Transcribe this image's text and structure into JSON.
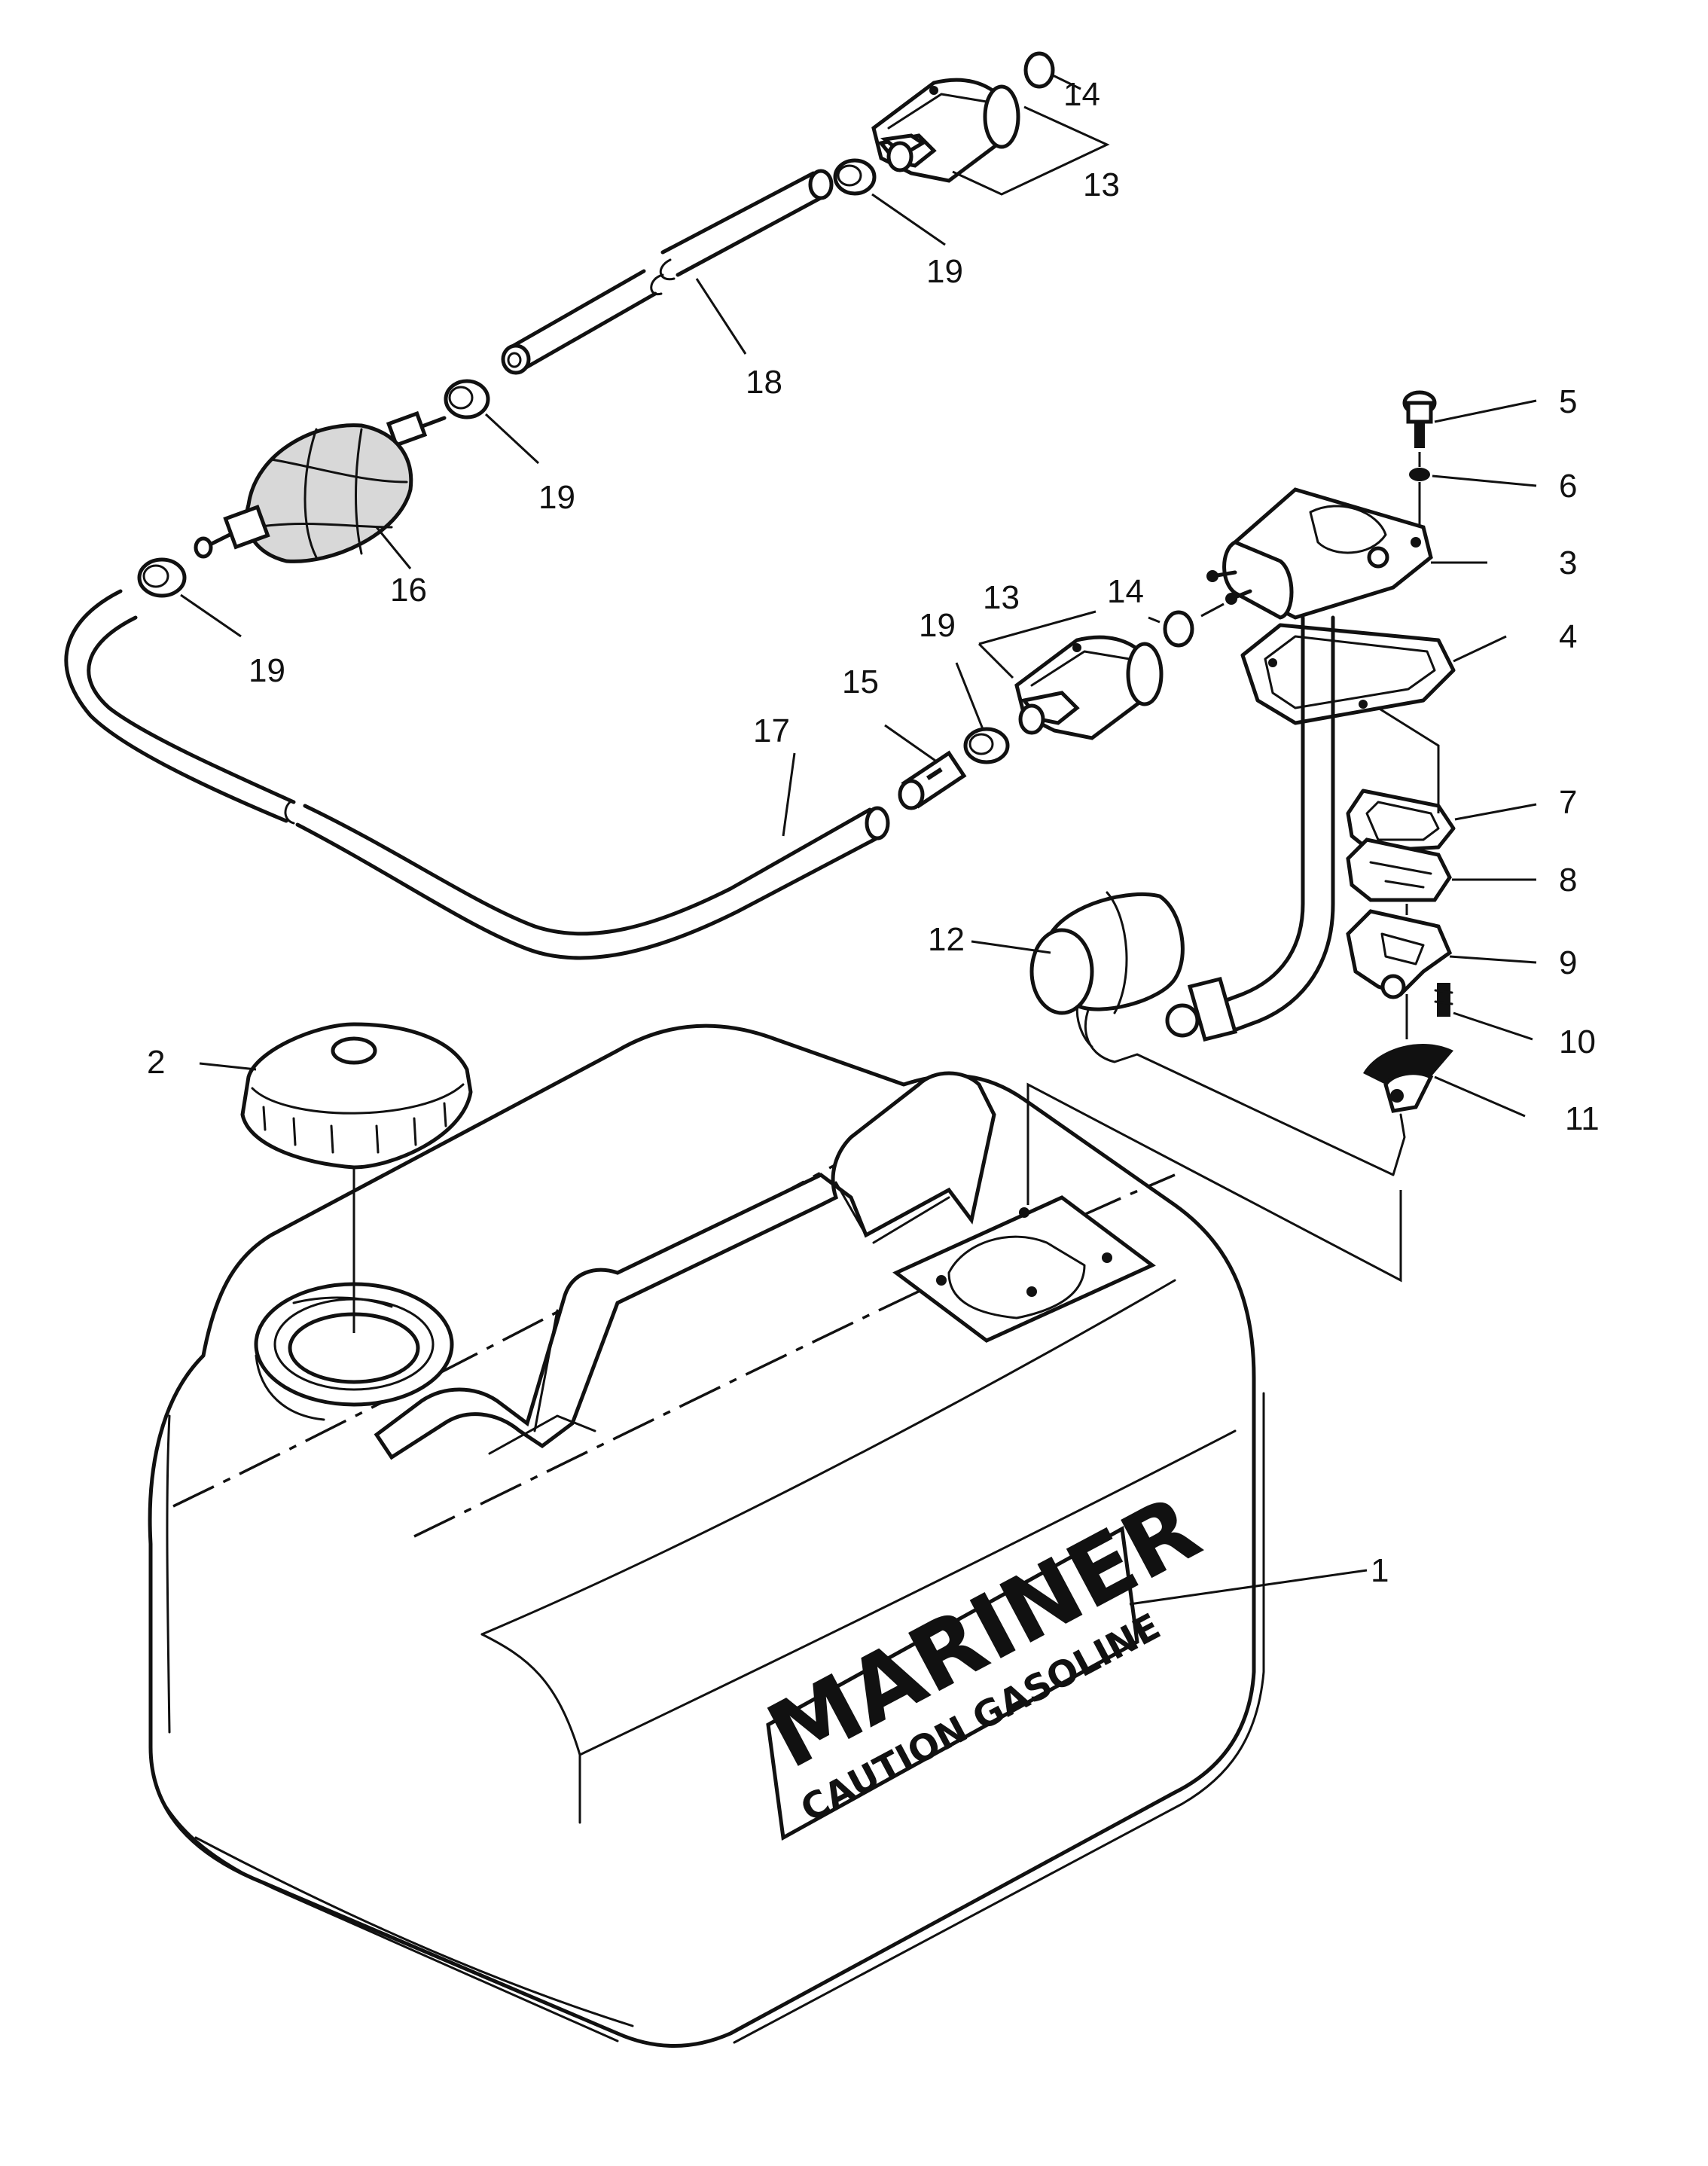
{
  "diagram": {
    "logo_brand": "MARINER",
    "logo_caption": "CAUTION GASOLINE",
    "callouts": [
      {
        "id": "c1",
        "label": "1"
      },
      {
        "id": "c2",
        "label": "2"
      },
      {
        "id": "c3",
        "label": "3"
      },
      {
        "id": "c4",
        "label": "4"
      },
      {
        "id": "c5",
        "label": "5"
      },
      {
        "id": "c6",
        "label": "6"
      },
      {
        "id": "c7",
        "label": "7"
      },
      {
        "id": "c8",
        "label": "8"
      },
      {
        "id": "c9",
        "label": "9"
      },
      {
        "id": "c10",
        "label": "10"
      },
      {
        "id": "c11",
        "label": "11"
      },
      {
        "id": "c12",
        "label": "12"
      },
      {
        "id": "c13a",
        "label": "13"
      },
      {
        "id": "c13b",
        "label": "13"
      },
      {
        "id": "c14a",
        "label": "14"
      },
      {
        "id": "c14b",
        "label": "14"
      },
      {
        "id": "c15",
        "label": "15"
      },
      {
        "id": "c16",
        "label": "16"
      },
      {
        "id": "c17",
        "label": "17"
      },
      {
        "id": "c18",
        "label": "18"
      },
      {
        "id": "c19a",
        "label": "19"
      },
      {
        "id": "c19b",
        "label": "19"
      },
      {
        "id": "c19c",
        "label": "19"
      },
      {
        "id": "c19d",
        "label": "19"
      }
    ]
  }
}
